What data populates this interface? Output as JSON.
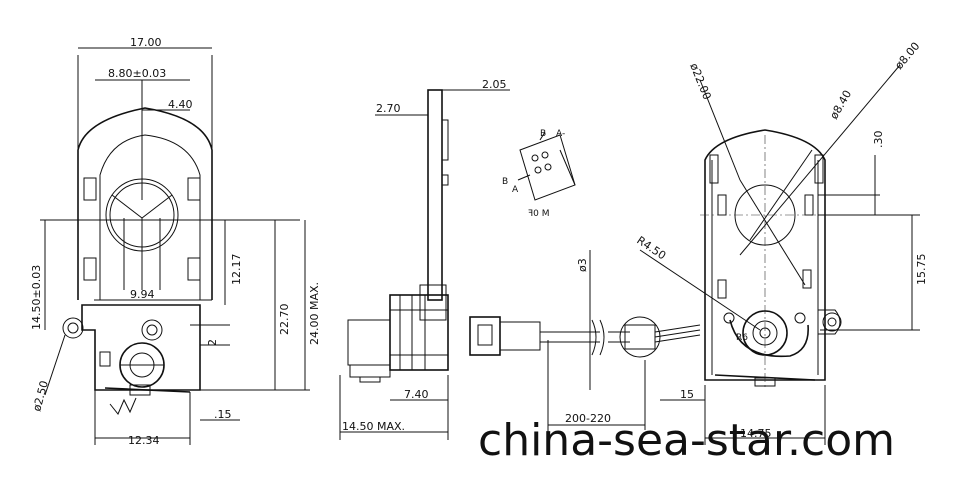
{
  "dimensions": {
    "d_17_00": "17.00",
    "d_8_80": "8.80±0.03",
    "d_4_40": "4.40",
    "d_14_50_tol": "14.50±0.03",
    "d_12_17": "12.17",
    "d_9_94": "9.94",
    "d_22_70": "22.70",
    "d_24_00": "24.00 MAX.",
    "d_2": "2",
    "d_phi2_50": "ø2.50",
    "d_0_15": ".15",
    "d_12_34": "12.34",
    "d_2_05": "2.05",
    "d_2_70": "2.70",
    "d_7_40": "7.40",
    "d_14_50_max": "14.50 MAX.",
    "d_phi3": "ø3",
    "d_200_220": "200-220",
    "d_15": "15",
    "d_14_75": "14.75",
    "d_r4_50": "R4.50",
    "d_phi22_00": "ø22.00",
    "d_phi8_40": "ø8.40",
    "d_phi8_00": "ø8.00",
    "d_0_30": ".30",
    "d_15_75": "15.75",
    "d_r6": "R6"
  },
  "connector_labels": {
    "b_top": "B",
    "a_top": "A-",
    "b_left": "B",
    "a_left": "A",
    "view_label": "ꟻ0 M"
  },
  "watermark": "china-sea-star.com"
}
